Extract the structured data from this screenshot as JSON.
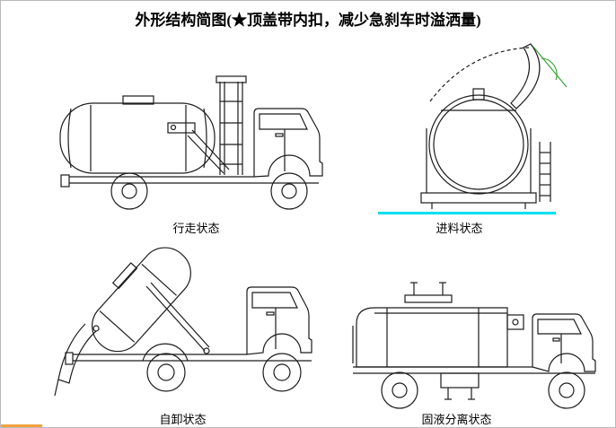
{
  "title": "外形结构简图(★顶盖带内扣，减少急刹车时溢洒量)",
  "diagrams": {
    "traveling": {
      "label": "行走状态"
    },
    "feeding": {
      "label": "进料状态"
    },
    "dumping": {
      "label": "自卸状态"
    },
    "separation": {
      "label": "固液分离状态"
    }
  },
  "colors": {
    "line": "#1c1c1c",
    "cyan_divider": "#00e0ee",
    "annotation_green": "#2e9e2e",
    "border": "#b9b9b9",
    "accent_strip": "#f2a33c"
  }
}
